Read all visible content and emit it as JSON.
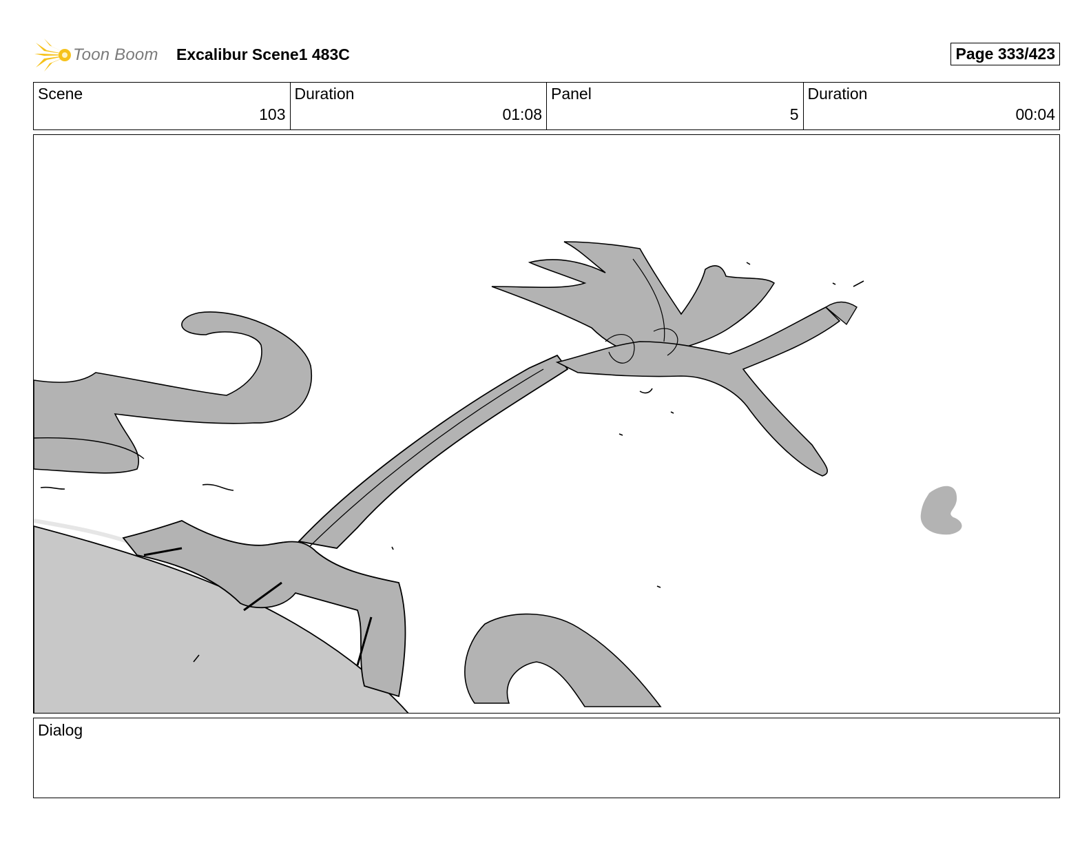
{
  "header": {
    "logo_text": "Toon Boom",
    "title": "Excalibur Scene1 483C",
    "page": "Page 333/423"
  },
  "info": [
    {
      "label": "Scene",
      "value": "103"
    },
    {
      "label": "Duration",
      "value": "01:08"
    },
    {
      "label": "Panel",
      "value": "5"
    },
    {
      "label": "Duration",
      "value": "00:04"
    }
  ],
  "dialog": {
    "label": "Dialog",
    "text": ""
  },
  "colors": {
    "logo_accent": "#f6c21c",
    "sketch_fill": "#b3b3b3",
    "ground_fill": "#c8c8c8",
    "line": "#000000"
  }
}
